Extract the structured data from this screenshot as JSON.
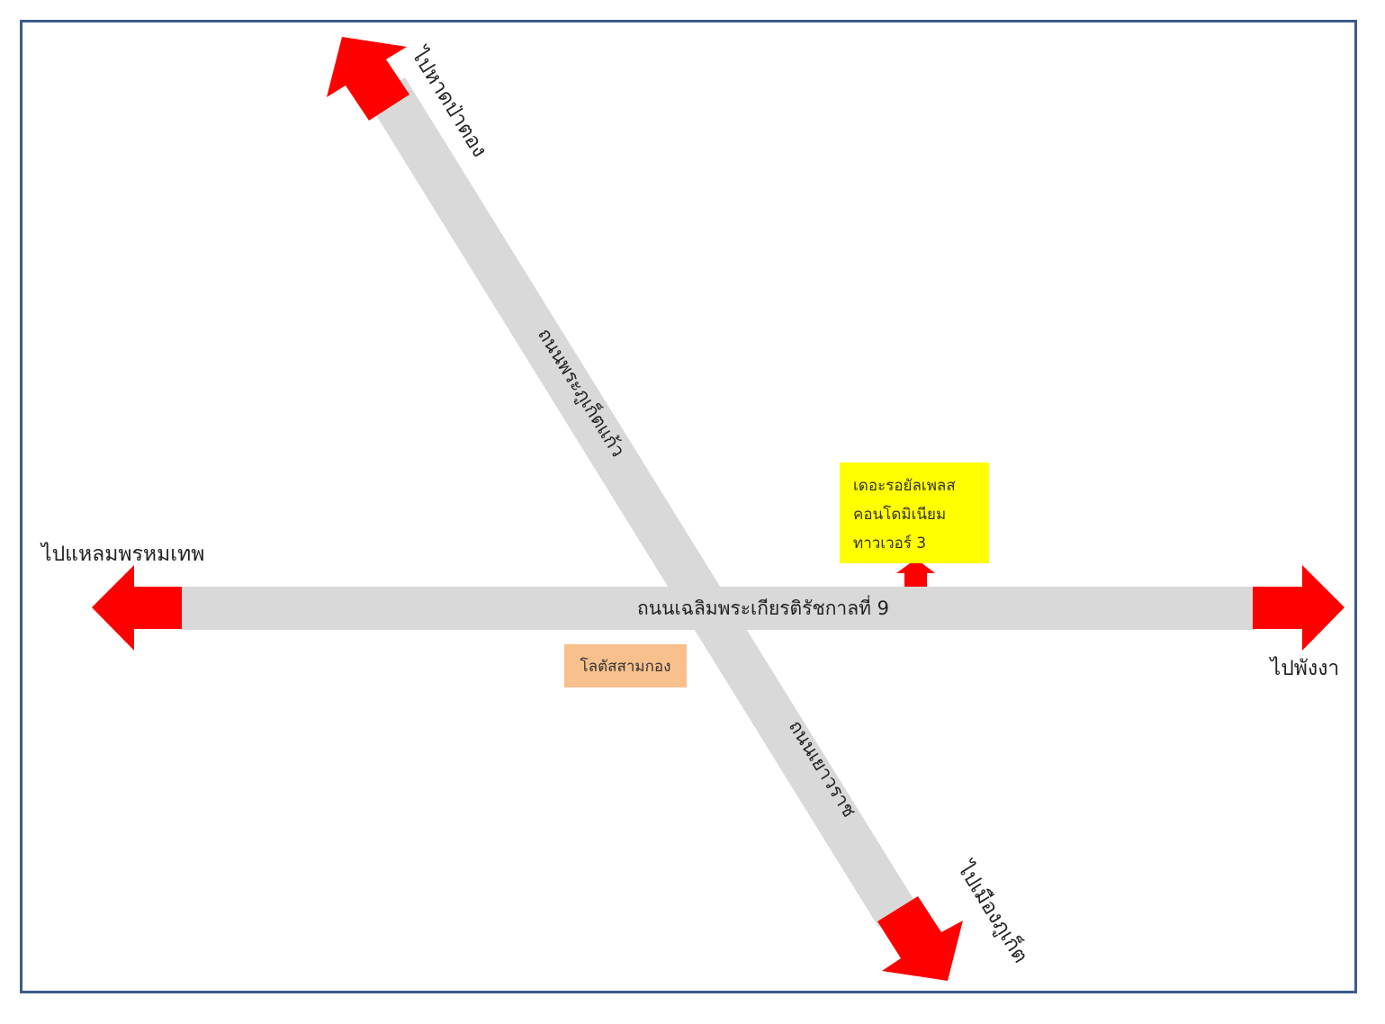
{
  "colors": {
    "road": "#d9d9d9",
    "arrow": "#ff0000",
    "frame": "#3b5c8a",
    "condo_box": "#ffff00",
    "lotus_box": "#f8c08c"
  },
  "roads": {
    "horizontal_name": "ถนนเฉลิมพระเกียรติรัชกาลที่ 9",
    "diagonal_upper_name": "ถนนพระภูเก็ตแก้ว",
    "diagonal_lower_name": "ถนนเยาวราช"
  },
  "directions": {
    "west": "ไปแหลมพรหมเทพ",
    "east": "ไปพังงา",
    "northwest": "ไปหาดป่าตอง",
    "southeast": "ไปเมืองภูเก็ต"
  },
  "landmarks": {
    "condo": {
      "line1": "เดอะรอยัลเพลส",
      "line2": "คอนโดมิเนียม",
      "line3": "ทาวเวอร์ 3"
    },
    "lotus": "โลตัสสามกอง"
  }
}
